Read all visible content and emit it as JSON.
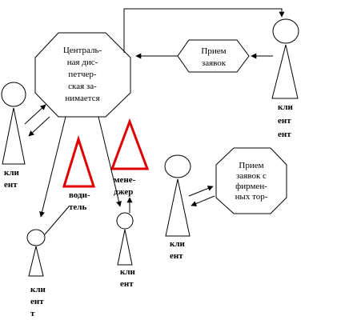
{
  "colors": {
    "stroke": "#000000",
    "warning_triangle": "#e00000",
    "background": "#ffffff"
  },
  "central_dispatch": {
    "lines": [
      "Централь-",
      "ная дис-",
      "петчер-",
      "ская за-",
      "нимается"
    ]
  },
  "reception": {
    "lines": [
      "Прием",
      "заявок"
    ]
  },
  "reception_firms": {
    "lines": [
      "Прием",
      "заявок с",
      "фирмен-",
      "ных тор-"
    ]
  },
  "client_right_top": {
    "lines": [
      "кли",
      "ент",
      "ент"
    ]
  },
  "client_left": {
    "lines": [
      "кли",
      "ент"
    ]
  },
  "client_bottom_left": {
    "lines": [
      "кли",
      "ент",
      "т"
    ]
  },
  "client_bottom_mid": {
    "lines": [
      "кли",
      "ент"
    ]
  },
  "client_right_mid": {
    "lines": [
      "кли",
      "ент"
    ]
  },
  "driver": {
    "lines": [
      "води-",
      "тель"
    ]
  },
  "manager": {
    "lines": [
      "мене-",
      "джер"
    ]
  }
}
